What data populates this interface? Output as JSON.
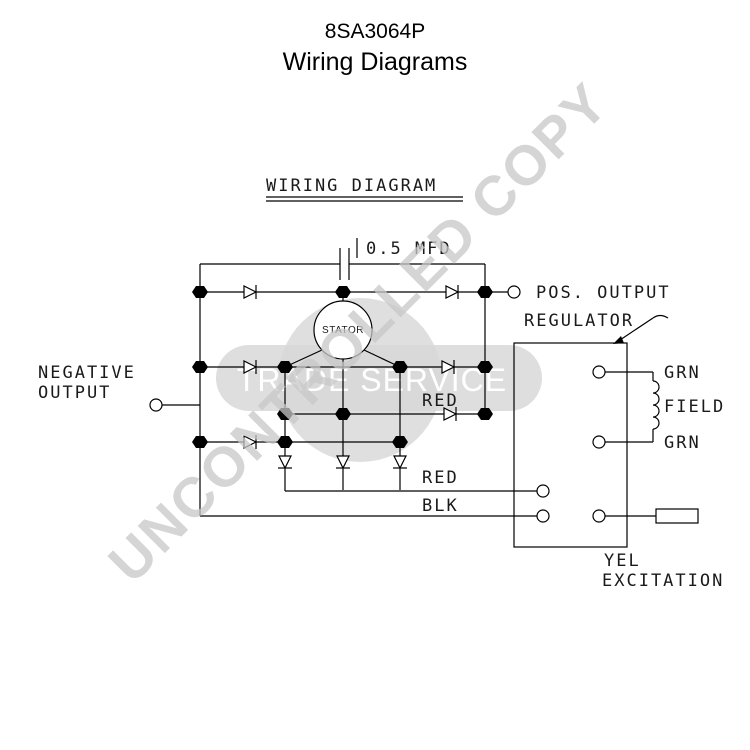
{
  "header": {
    "part_number": "8SA3064P",
    "title": "Wiring Diagrams"
  },
  "diagram": {
    "heading": "WIRING DIAGRAM",
    "capacitor_label": "0.5 MFD",
    "pos_output_label": "POS. OUTPUT",
    "regulator_label": "REGULATOR",
    "stator_label": "STATOR",
    "negative_output_label_1": "NEGATIVE",
    "negative_output_label_2": "OUTPUT",
    "red_label_top": "RED",
    "red_label_bottom": "RED",
    "blk_label": "BLK",
    "grn_label_top": "GRN",
    "field_label": "FIELD",
    "grn_label_bottom": "GRN",
    "yel_label": "YEL",
    "excitation_label": "EXCITATION"
  },
  "watermark": {
    "main_text": "UNCONTROLLED COPY",
    "logo_text": "TRADE SERVICE"
  }
}
